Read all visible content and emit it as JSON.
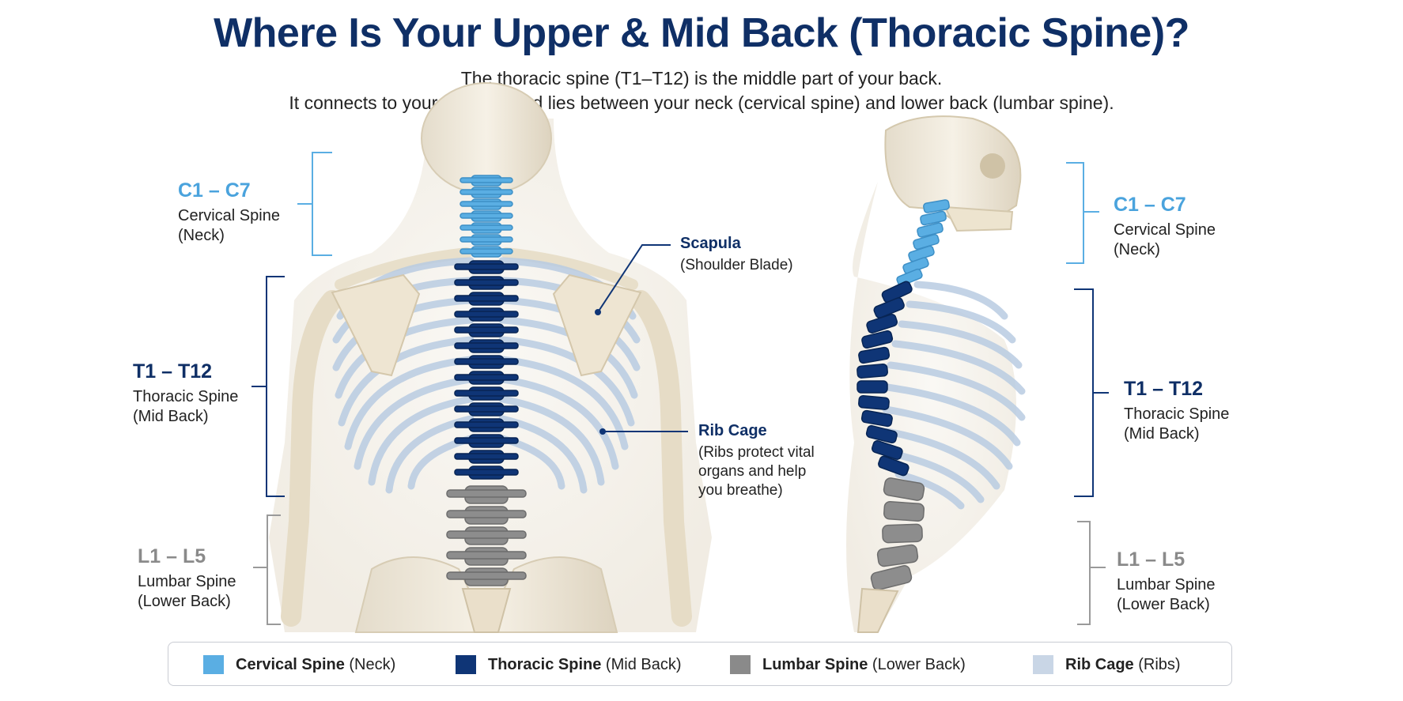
{
  "header": {
    "title": "Where Is Your Upper & Mid Back (Thoracic Spine)?",
    "subtitle_line1": "The thoracic spine (T1–T12) is the middle part of your back.",
    "subtitle_line2": "It connects to your rib cage and lies between your neck (cervical spine) and lower back (lumbar spine)."
  },
  "colors": {
    "cervical": "#5aaee3",
    "thoracic": "#0f3576",
    "lumbar": "#8a8a8a",
    "ribs": "#c9d6e6",
    "title": "#0f2f66"
  },
  "left_labels": {
    "cervical": {
      "code": "C1 – C7",
      "name": "Cervical Spine",
      "desc": "(Neck)"
    },
    "thoracic": {
      "code": "T1 – T12",
      "name": "Thoracic Spine",
      "desc": "(Mid Back)"
    },
    "lumbar": {
      "code": "L1 – L5",
      "name": "Lumbar Spine",
      "desc": "(Lower Back)"
    }
  },
  "right_labels": {
    "cervical": {
      "code": "C1 – C7",
      "name": "Cervical Spine",
      "desc": "(Neck)"
    },
    "thoracic": {
      "code": "T1 – T12",
      "name": "Thoracic Spine",
      "desc": "(Mid Back)"
    },
    "lumbar": {
      "code": "L1 – L5",
      "name": "Lumbar Spine",
      "desc": "(Lower Back)"
    }
  },
  "annotations": {
    "scapula": {
      "title": "Scapula",
      "text": "(Shoulder Blade)"
    },
    "ribcage": {
      "title": "Rib Cage",
      "line1": "(Ribs protect vital",
      "line2": "organs and help",
      "line3": "you breathe)"
    }
  },
  "legend": [
    {
      "bold": "Cervical Spine",
      "rest": " (Neck)",
      "icon": "cervical-swatch"
    },
    {
      "bold": "Thoracic Spine",
      "rest": " (Mid Back)",
      "icon": "thoracic-swatch"
    },
    {
      "bold": "Lumbar Spine",
      "rest": " (Lower Back)",
      "icon": "lumbar-swatch"
    },
    {
      "bold": "Rib Cage",
      "rest": " (Ribs)",
      "icon": "ribs-swatch"
    }
  ]
}
